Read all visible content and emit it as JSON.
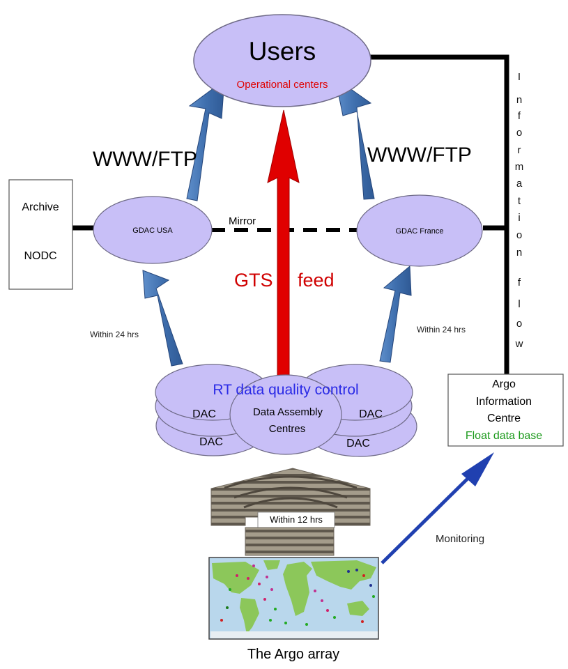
{
  "users": {
    "title": "Users",
    "subtitle": "Operational centers"
  },
  "protocols": {
    "left": "WWW/FTP",
    "right": "WWW/FTP"
  },
  "archive": {
    "line1": "Archive",
    "line2": "NODC"
  },
  "gdac": {
    "usa": "GDAC USA",
    "france": "GDAC France",
    "mirror": "Mirror"
  },
  "gts": {
    "left": "GTS",
    "right": "feed"
  },
  "timing": {
    "left": "Within 24 hrs",
    "right": "Within 24 hrs",
    "array": "Within 12 hrs"
  },
  "info_flow": [
    "I",
    "n",
    "f",
    "o",
    "r",
    "m",
    "a",
    "t",
    "i",
    "o",
    "n",
    "f",
    "l",
    "o",
    "w"
  ],
  "dac": {
    "title": "RT data quality control",
    "label": "DAC",
    "centre_line1": "Data Assembly",
    "centre_line2": "Centres"
  },
  "aic": {
    "line1": "Argo",
    "line2": "Information",
    "line3": "Centre",
    "line4": "Float data base"
  },
  "monitoring": "Monitoring",
  "argo_array": "The Argo array",
  "colors": {
    "ellipse_fill": "#c8bff7",
    "ellipse_stroke": "#6e6a86",
    "arrow_blue": "#4a78b4",
    "gts_red": "#e00000",
    "subtitle_red": "#e00000",
    "dac_title": "#2a2ae6",
    "float_db": "#1c9a1c",
    "monitoring_arrow": "#2040b0",
    "ocean": "#b9d7ec",
    "land": "#8cc75a"
  }
}
